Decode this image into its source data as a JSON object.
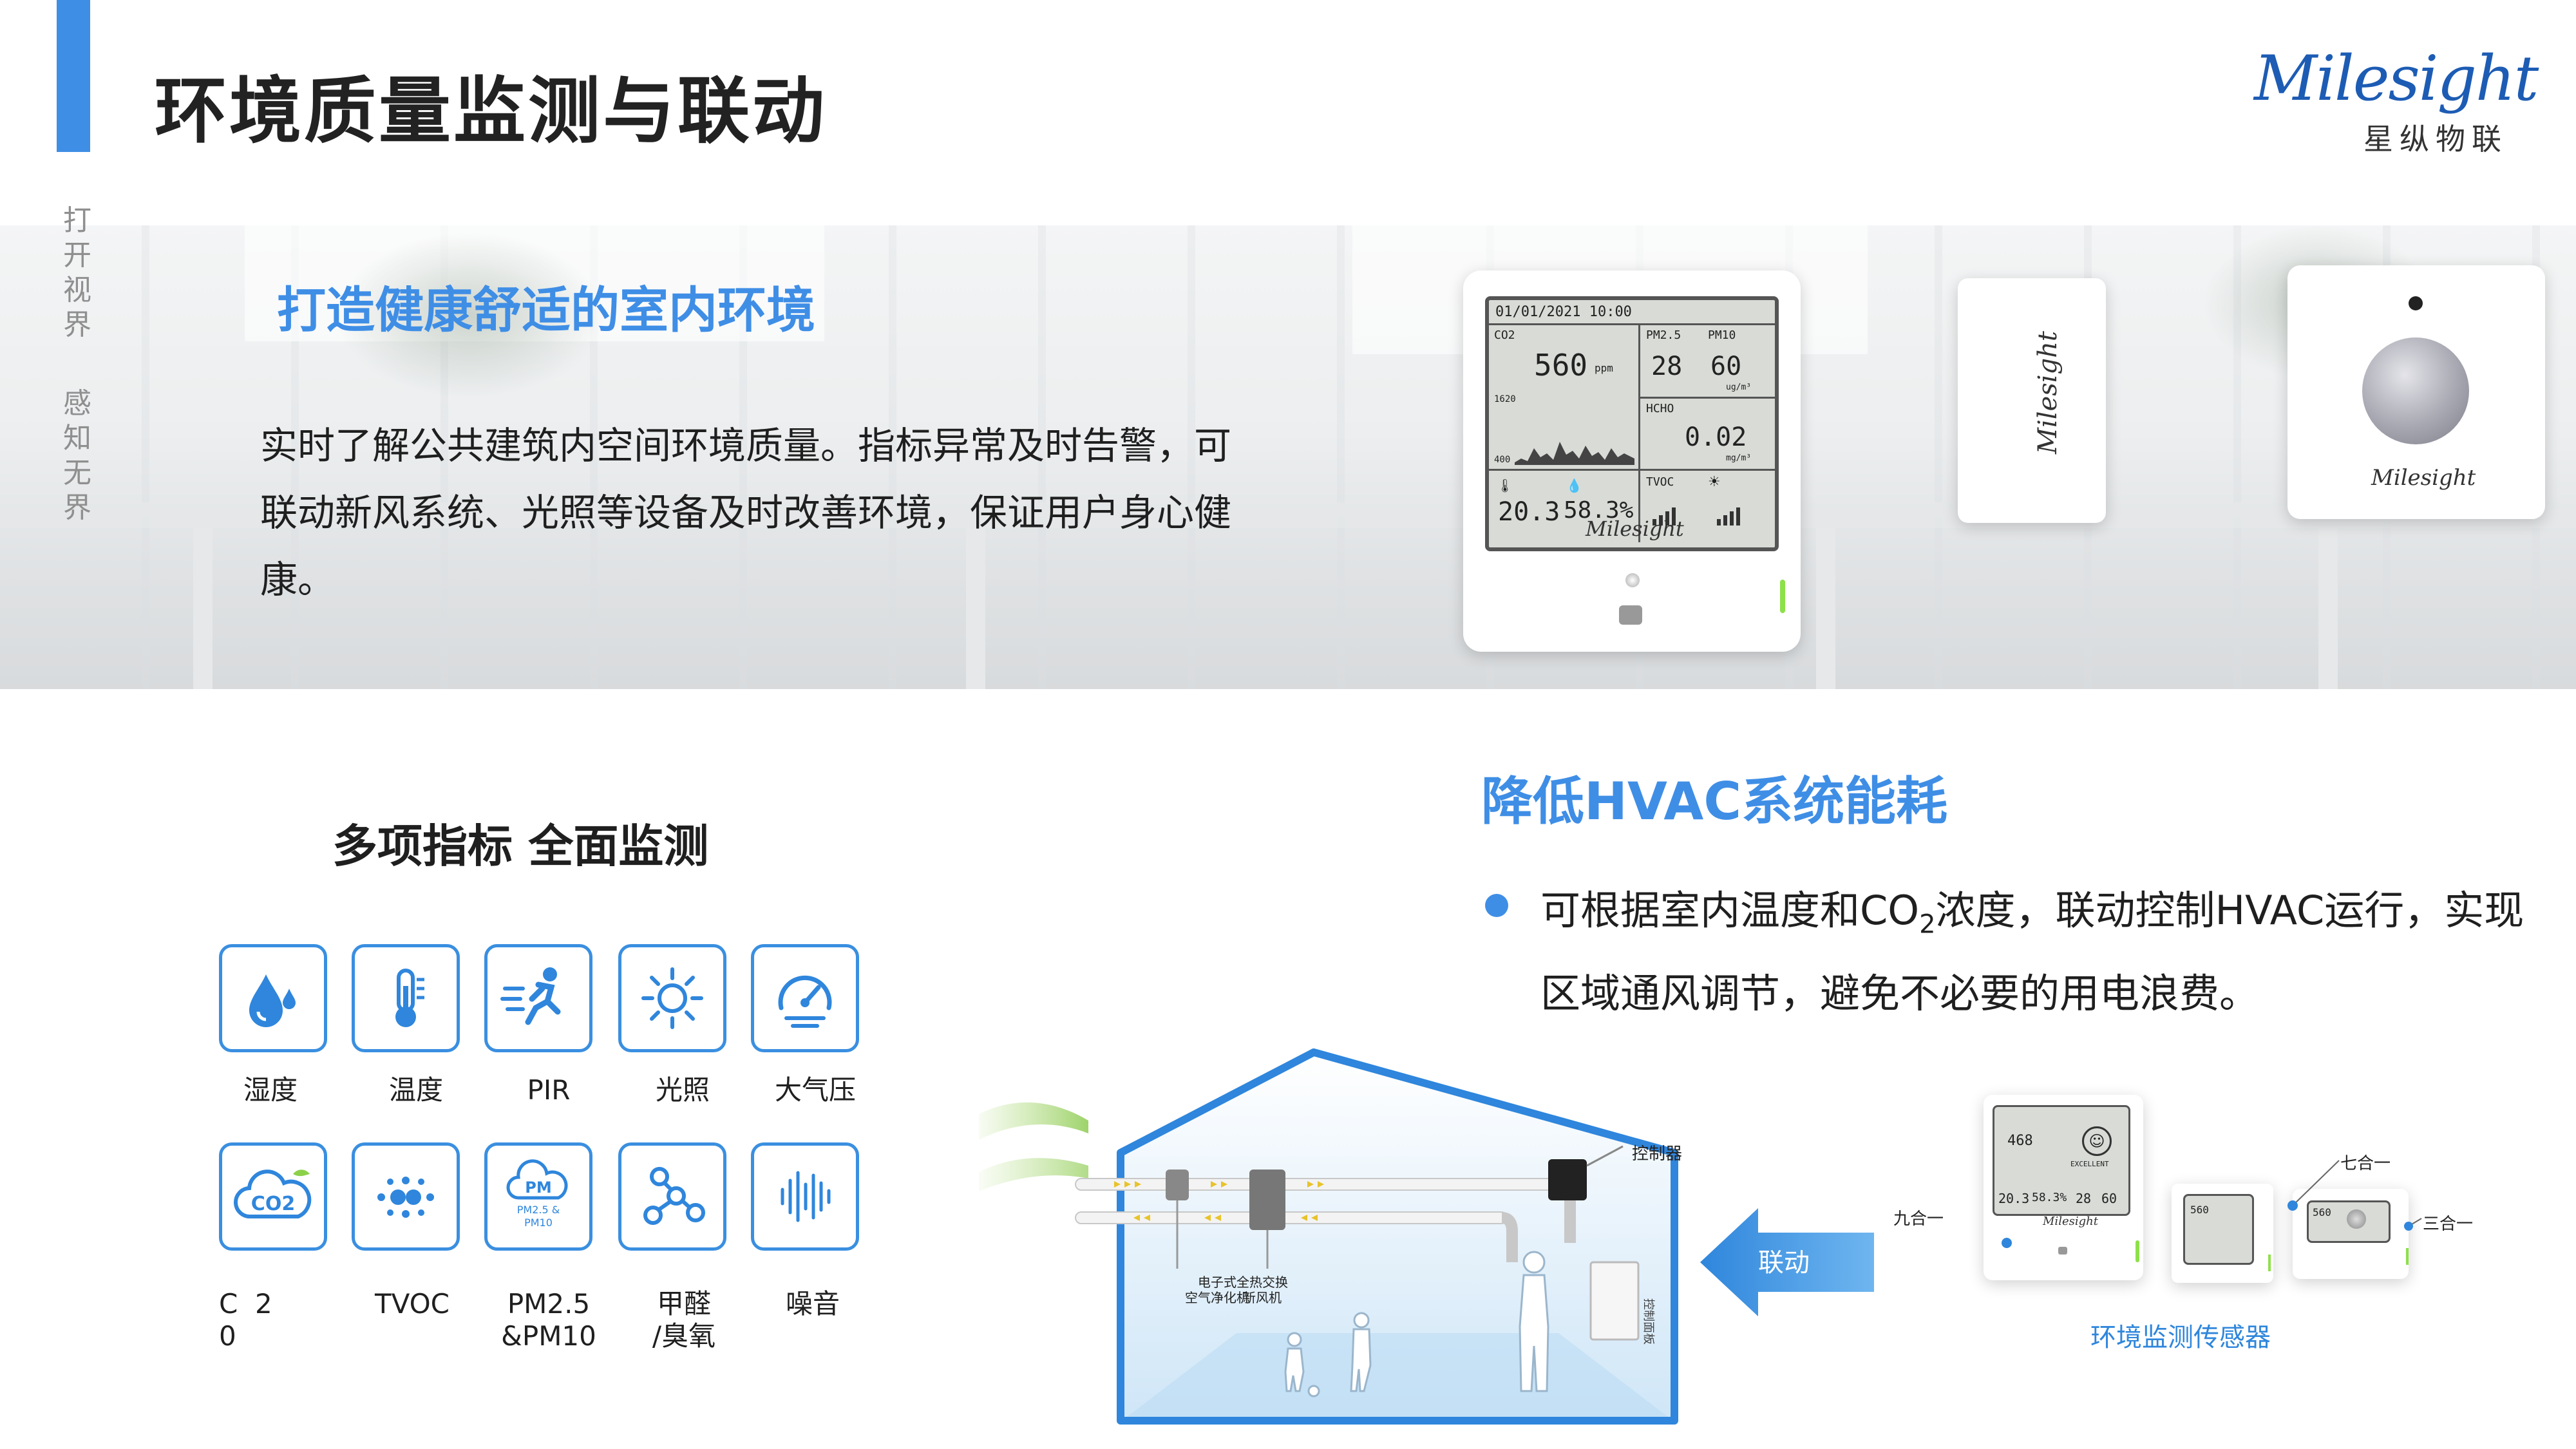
{
  "header": {
    "title": "环境质量监测与联动",
    "logo_word": "Milesight",
    "logo_sub": "星纵物联"
  },
  "side_tags": [
    {
      "chars": [
        "打",
        "开",
        "视",
        "界"
      ]
    },
    {
      "chars": [
        "感",
        "知",
        "无",
        "界"
      ]
    }
  ],
  "banner": {
    "heading": "打造健康舒适的室内环境",
    "text": "实时了解公共建筑内空间环境质量。指标异常及时告警，可联动新风系统、光照等设备及时改善环境，保证用户身心健康。"
  },
  "device_screen": {
    "date": "01/01/2021",
    "time": "10:00",
    "co2_label": "CO2",
    "co2_value": "560",
    "co2_unit": "ppm",
    "pm25_label": "PM2.5",
    "pm10_label": "PM10",
    "pm25_value": "28",
    "pm10_value": "60",
    "pm_unit": "ug/m³",
    "hcho_label": "HCHO",
    "hcho_value": "0.02",
    "hcho_unit": "mg/m³",
    "tvoc_label": "TVOC",
    "temp_value": "20.3",
    "hum_value": "58.3%",
    "graph_max": "1620",
    "graph_min": "400",
    "brand": "Milesight"
  },
  "device_pir_brand": "Milesight",
  "device_door_brand": "Milesight",
  "monitoring": {
    "title": "多项指标   全面监测",
    "items": [
      {
        "label": "湿度",
        "icon": "humidity-drop-icon"
      },
      {
        "label": "温度",
        "icon": "thermometer-icon"
      },
      {
        "label": "PIR",
        "icon": "running-person-icon"
      },
      {
        "label": "光照",
        "icon": "sun-icon"
      },
      {
        "label": "大气压",
        "icon": "pressure-gauge-icon"
      },
      {
        "label": "C  2\n0",
        "icon": "co2-cloud-icon",
        "icon_text": "CO2"
      },
      {
        "label": "TVOC",
        "icon": "tvoc-dots-icon"
      },
      {
        "label": "PM2.5\n&PM10",
        "icon": "pm-cloud-icon",
        "icon_text": "PM",
        "icon_sub": "PM2.5 &\nPM10"
      },
      {
        "label": "甲醛\n/臭氧",
        "icon": "molecule-icon"
      },
      {
        "label": "噪音",
        "icon": "sound-wave-icon"
      }
    ]
  },
  "hvac": {
    "title": "降低HVAC系统能耗",
    "bullet_pre": "可根据室内温度和CO",
    "bullet_sub": "2",
    "bullet_post": "浓度，联动控制HVAC运行，实现区域通风调节，避免不必要的用电浪费。"
  },
  "diagram": {
    "controller_label": "控制器",
    "purifier_label": "电子式\n空气净化机",
    "exchanger_label": "全热交换\n新风机",
    "panel_label": "控制面板",
    "link_label": "联动",
    "sensor_caption": "环境监测传感器",
    "nine_in_one": "九合一",
    "seven_in_one": "七合一",
    "three_in_one": "三合一",
    "mini_excellent": "EXCELLENT",
    "mini_co2": "468",
    "mini_co2_b": "560",
    "mini_temp": "20.3",
    "mini_hum": "58.3%",
    "mini_pm25": "28",
    "mini_pm10": "60",
    "mini_brand": "Milesight"
  }
}
